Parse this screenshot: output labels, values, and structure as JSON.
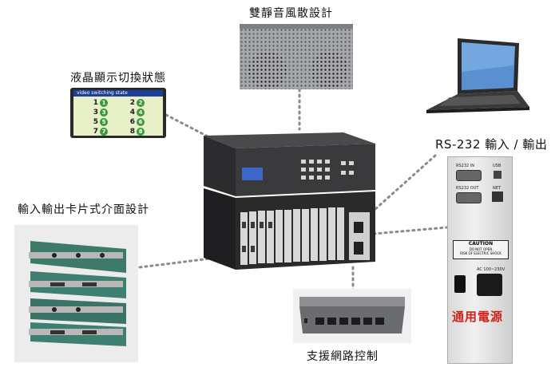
{
  "labels": {
    "fan": "雙靜音風散設計",
    "lcd": "液晶顯示切換狀態",
    "rs232": "RS-232 輸入 / 輸出",
    "cards": "輸入輸出卡片式介面設計",
    "network": "支援網路控制",
    "power": "通用電源"
  },
  "lcd_screen": {
    "header": "video switching state",
    "entries": [
      "1",
      "1",
      "2",
      "2",
      "3",
      "3",
      "4",
      "4",
      "5",
      "5",
      "6",
      "6",
      "7",
      "7",
      "8",
      "8"
    ]
  },
  "rs232_panel": {
    "in_label": "RS232 IN",
    "usb_label": "USB",
    "out_label": "RS232 OUT",
    "net_label": "NET",
    "caution_title": "CAUTION",
    "caution_text1": "DO NOT OPEN",
    "caution_text2": "RISK OF ELECTRIC SHOCK",
    "voltage": "AC 100~230V"
  },
  "colors": {
    "accent_red": "#d0201a",
    "line_gray": "#8a8a8a"
  }
}
